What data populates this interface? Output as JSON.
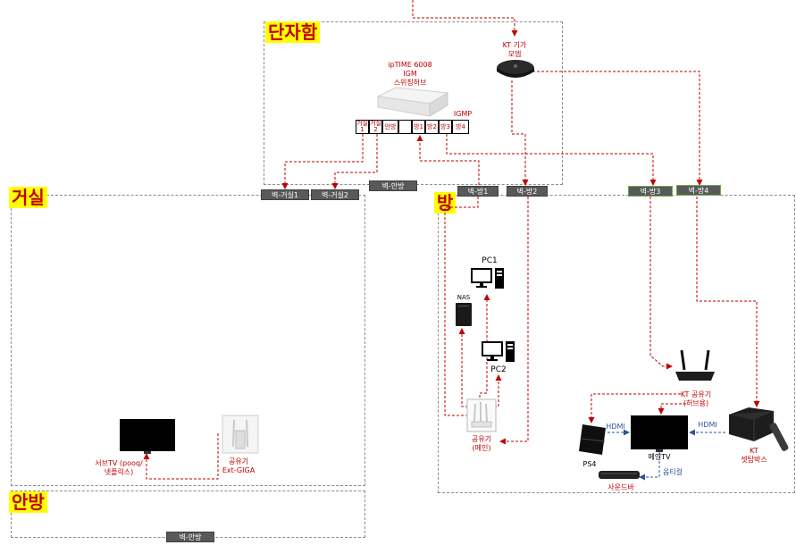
{
  "zones": {
    "danja": "단자함",
    "living": "거실",
    "bang": "방",
    "anbang": "안방"
  },
  "devices": {
    "switch_hub": [
      "ipTIME 6008",
      "IGM",
      "스위칭허브"
    ],
    "igmp": "IGMP",
    "kt_modem": [
      "KT 기가",
      "모뎀"
    ],
    "pc1": "PC1",
    "pc2": "PC2",
    "nas": "NAS",
    "router_main": [
      "공유기",
      "(메인)"
    ],
    "kt_router": [
      "KT 공유기",
      "(허브용)"
    ],
    "main_tv": "메인TV",
    "ps4": "PS4",
    "soundbar": "사운드바",
    "kt_settop": [
      "KT",
      "셋탑박스"
    ],
    "sub_tv": [
      "서브TV  (pooq/",
      "넷플릭스)"
    ],
    "ext_router": [
      "공유기",
      "Ext-GIGA"
    ]
  },
  "ports": [
    "거실\n1",
    "거실\n2",
    "안방",
    "",
    "방1",
    "방2",
    "방3",
    "방4"
  ],
  "walls": {
    "living1": "벽-거실1",
    "living2": "벽-거실2",
    "anbang_top": "벽-안방",
    "bang1": "벽-방1",
    "bang2": "벽-방2",
    "bang3": "벽-방3",
    "bang4": "벽-방4",
    "anbang_bottom": "벽-안방"
  },
  "links": {
    "hdmi_ps4": "HDMI",
    "hdmi_settop": "HDMI",
    "optical": "옵티컬"
  },
  "colors": {
    "lan": "#c00000",
    "av": "#2f5597",
    "zone_label_bg": "#ffff00",
    "zone_label_text": "#c00000",
    "wall_plate": "#595959",
    "wall_plate_green": "#70ad47"
  }
}
